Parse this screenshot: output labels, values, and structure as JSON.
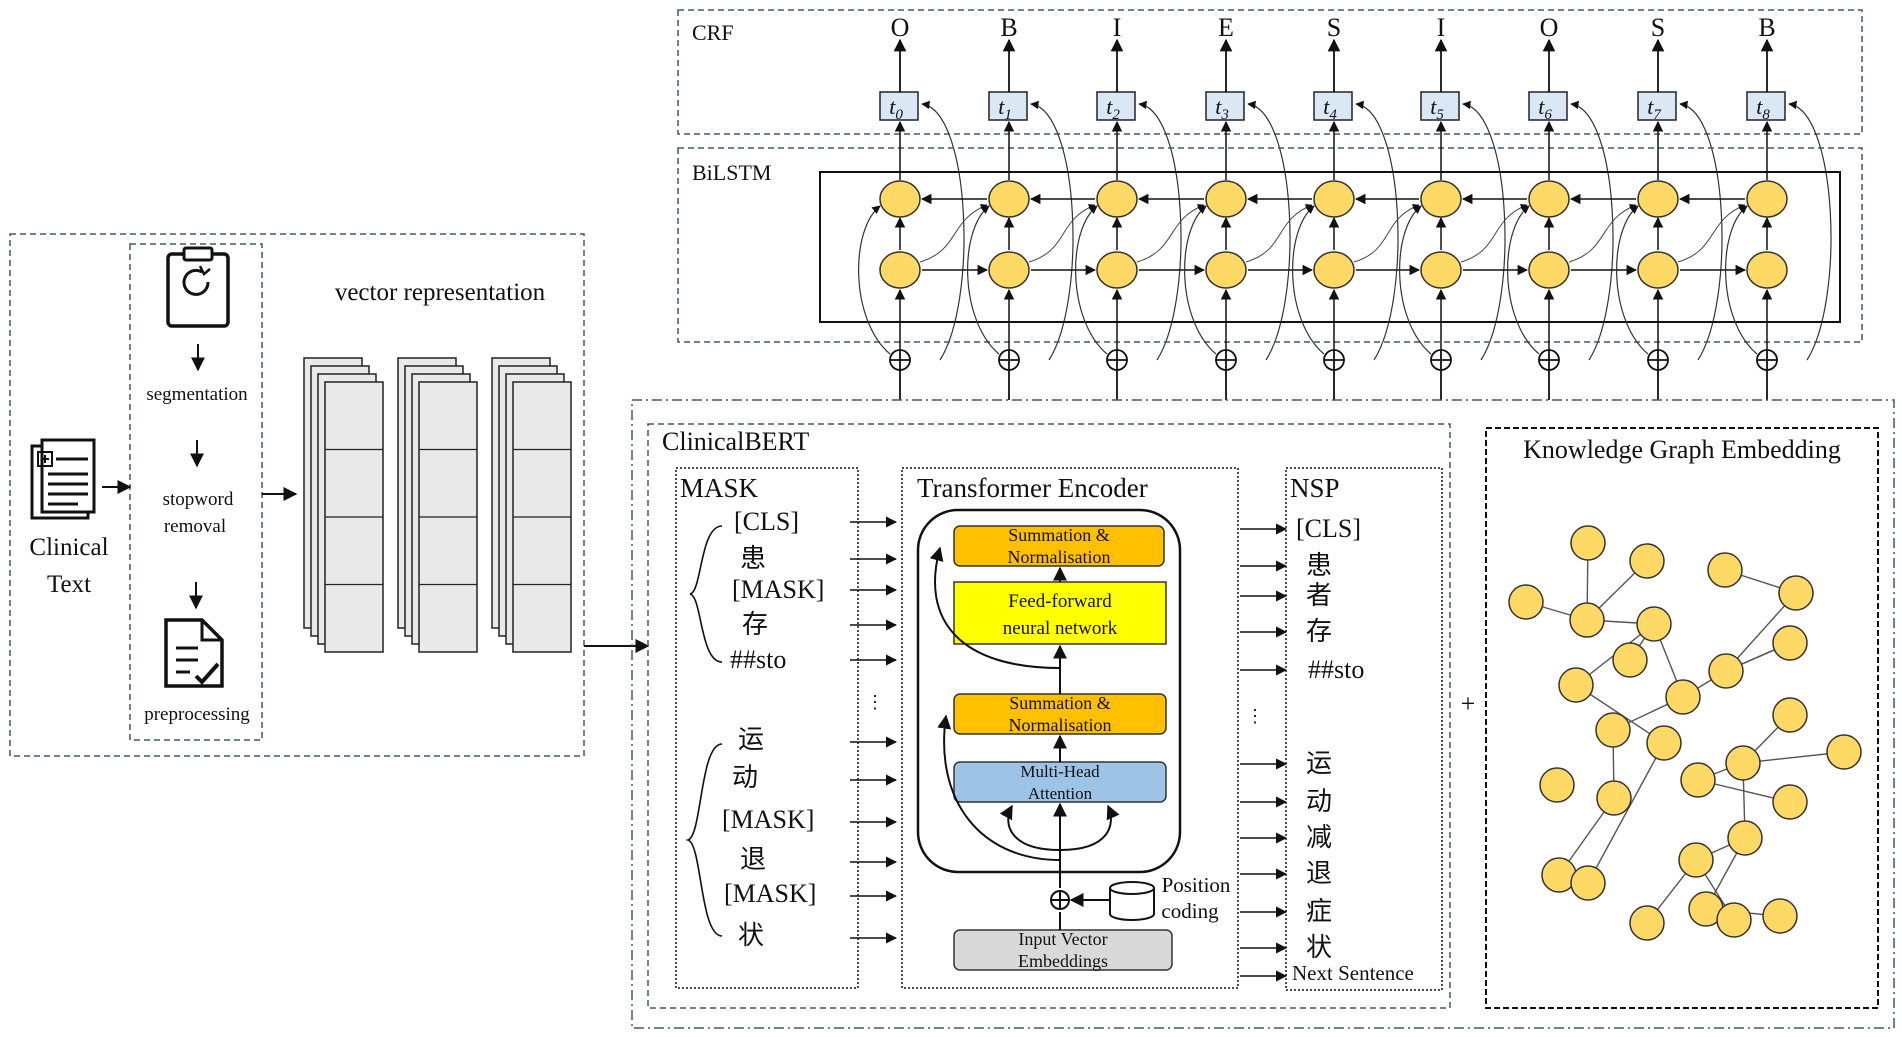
{
  "preprocess": {
    "input_label_line1": "Clinical",
    "input_label_line2": "Text",
    "step1": "segmentation",
    "step2_line1": "stopword",
    "step2_line2": "removal",
    "step3": "preprocessing",
    "vector_title": "vector representation"
  },
  "crf": {
    "title": "CRF",
    "tags": [
      "O",
      "B",
      "I",
      "E",
      "S",
      "I",
      "O",
      "S",
      "B"
    ],
    "nodes": [
      "0",
      "1",
      "2",
      "3",
      "4",
      "5",
      "6",
      "7",
      "8"
    ]
  },
  "bilstm": {
    "title": "BiLSTM",
    "columns": 9
  },
  "clinicalbert": {
    "title": "ClinicalBERT",
    "mask": {
      "title": "MASK",
      "group1": [
        "[CLS]",
        "患",
        "[MASK]",
        "存",
        "##sto"
      ],
      "ellipsis": "⋮",
      "group2": [
        "运",
        "动",
        "[MASK]",
        "退",
        "[MASK]",
        "状"
      ]
    },
    "encoder": {
      "title": "Transformer  Encoder",
      "sum_norm_1": [
        "Summation &",
        "Normalisation"
      ],
      "ffn": [
        "Feed-forward",
        "neural network"
      ],
      "sum_norm_2": [
        "Summation &",
        "Normalisation"
      ],
      "mha": [
        "Multi-Head",
        "Attention"
      ],
      "position": [
        "Position",
        "coding"
      ],
      "input": [
        "Input Vector",
        "Embeddings"
      ]
    },
    "nsp": {
      "title": "NSP",
      "group1": [
        "[CLS]",
        "患",
        "者",
        "存",
        "##sto"
      ],
      "ellipsis": "⋮",
      "group2": [
        "运",
        "动",
        "减",
        "退",
        "症",
        "状"
      ],
      "next": "Next Sentence"
    }
  },
  "plus": "+",
  "kg": {
    "title": "Knowledge Graph Embedding"
  },
  "colors": {
    "node_fill": "#ffd966",
    "node_stroke": "#333333",
    "sum_norm": "#ffc000",
    "ffn": "#ffff00",
    "mha": "#9dc3e6",
    "input": "#d9d9d9",
    "crf_box": "#dae8f6",
    "dash": "#3b5a75"
  }
}
